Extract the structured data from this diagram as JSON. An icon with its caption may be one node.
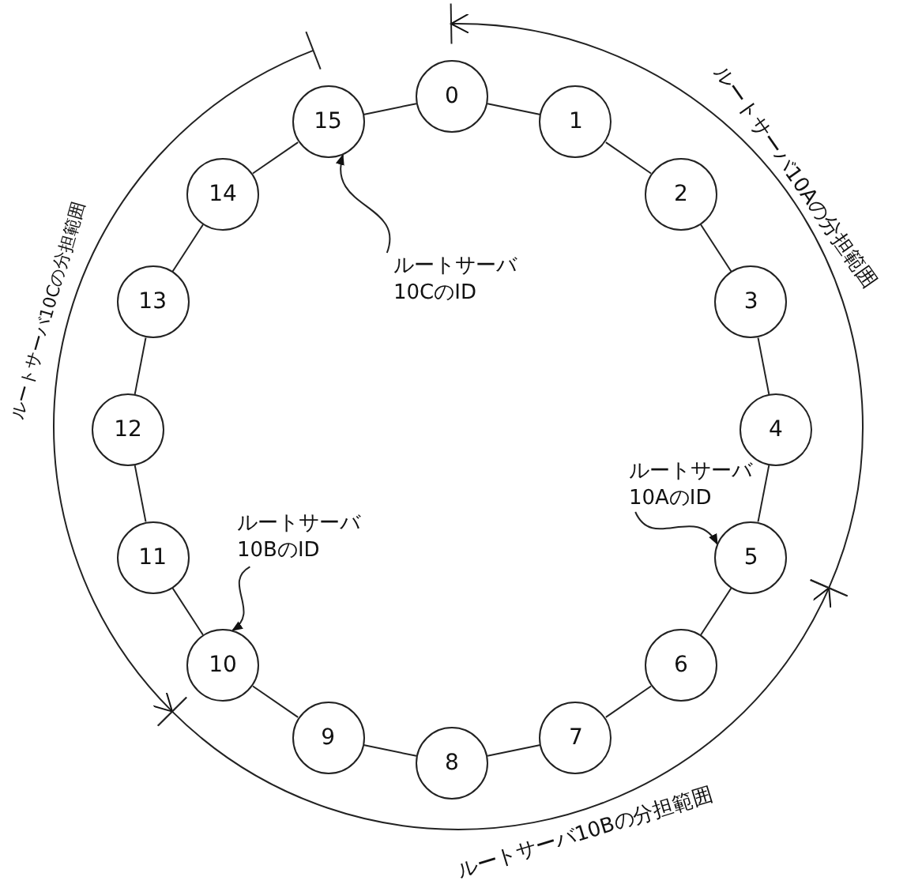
{
  "diagram": {
    "nodes": [
      {
        "text": [
          "0"
        ]
      },
      {
        "text": [
          "1"
        ]
      },
      {
        "text": [
          "2"
        ]
      },
      {
        "text": [
          "3"
        ]
      },
      {
        "text": [
          "4"
        ]
      },
      {
        "text": [
          "5"
        ]
      },
      {
        "text": [
          "6"
        ]
      },
      {
        "text": [
          "7"
        ]
      },
      {
        "text": [
          "8"
        ]
      },
      {
        "text": [
          "9"
        ]
      },
      {
        "text": [
          "10"
        ]
      },
      {
        "text": [
          "11"
        ]
      },
      {
        "text": [
          "12"
        ]
      },
      {
        "text": [
          "13"
        ]
      },
      {
        "text": [
          "14"
        ]
      },
      {
        "text": [
          "15"
        ]
      },
      {
        "text": [
          "ルートサーバ10CのID"
        ]
      },
      {
        "text": [
          "ルートサーバ10AのID"
        ]
      },
      {
        "text": [
          "ルートサーバ10BのID"
        ]
      }
    ],
    "edges": [
      {
        "from": 0,
        "to": 1,
        "arrow": "none"
      },
      {
        "from": 1,
        "to": 2,
        "arrow": "none"
      },
      {
        "from": 2,
        "to": 3,
        "arrow": "none"
      },
      {
        "from": 3,
        "to": 4,
        "arrow": "none"
      },
      {
        "from": 4,
        "to": 5,
        "arrow": "none"
      },
      {
        "from": 5,
        "to": 6,
        "arrow": "none"
      },
      {
        "from": 6,
        "to": 7,
        "arrow": "none"
      },
      {
        "from": 7,
        "to": 8,
        "arrow": "none"
      },
      {
        "from": 8,
        "to": 9,
        "arrow": "none"
      },
      {
        "from": 9,
        "to": 10,
        "arrow": "none"
      },
      {
        "from": 10,
        "to": 11,
        "arrow": "none"
      },
      {
        "from": 11,
        "to": 12,
        "arrow": "none"
      },
      {
        "from": 12,
        "to": 13,
        "arrow": "none"
      },
      {
        "from": 13,
        "to": 14,
        "arrow": "none"
      },
      {
        "from": 14,
        "to": 15,
        "arrow": "none"
      },
      {
        "from": 15,
        "to": 0,
        "arrow": "none"
      },
      {
        "from": 16,
        "to": 15,
        "arrow": "to"
      },
      {
        "from": 17,
        "to": 5,
        "arrow": "to"
      },
      {
        "from": 18,
        "to": 10,
        "arrow": "to"
      }
    ],
    "labels": [
      "ルートサーバ10Aの分担範囲",
      "ルートサーバ10Cの分担範囲",
      "ルートサーバ10Bの分担範囲"
    ]
  }
}
